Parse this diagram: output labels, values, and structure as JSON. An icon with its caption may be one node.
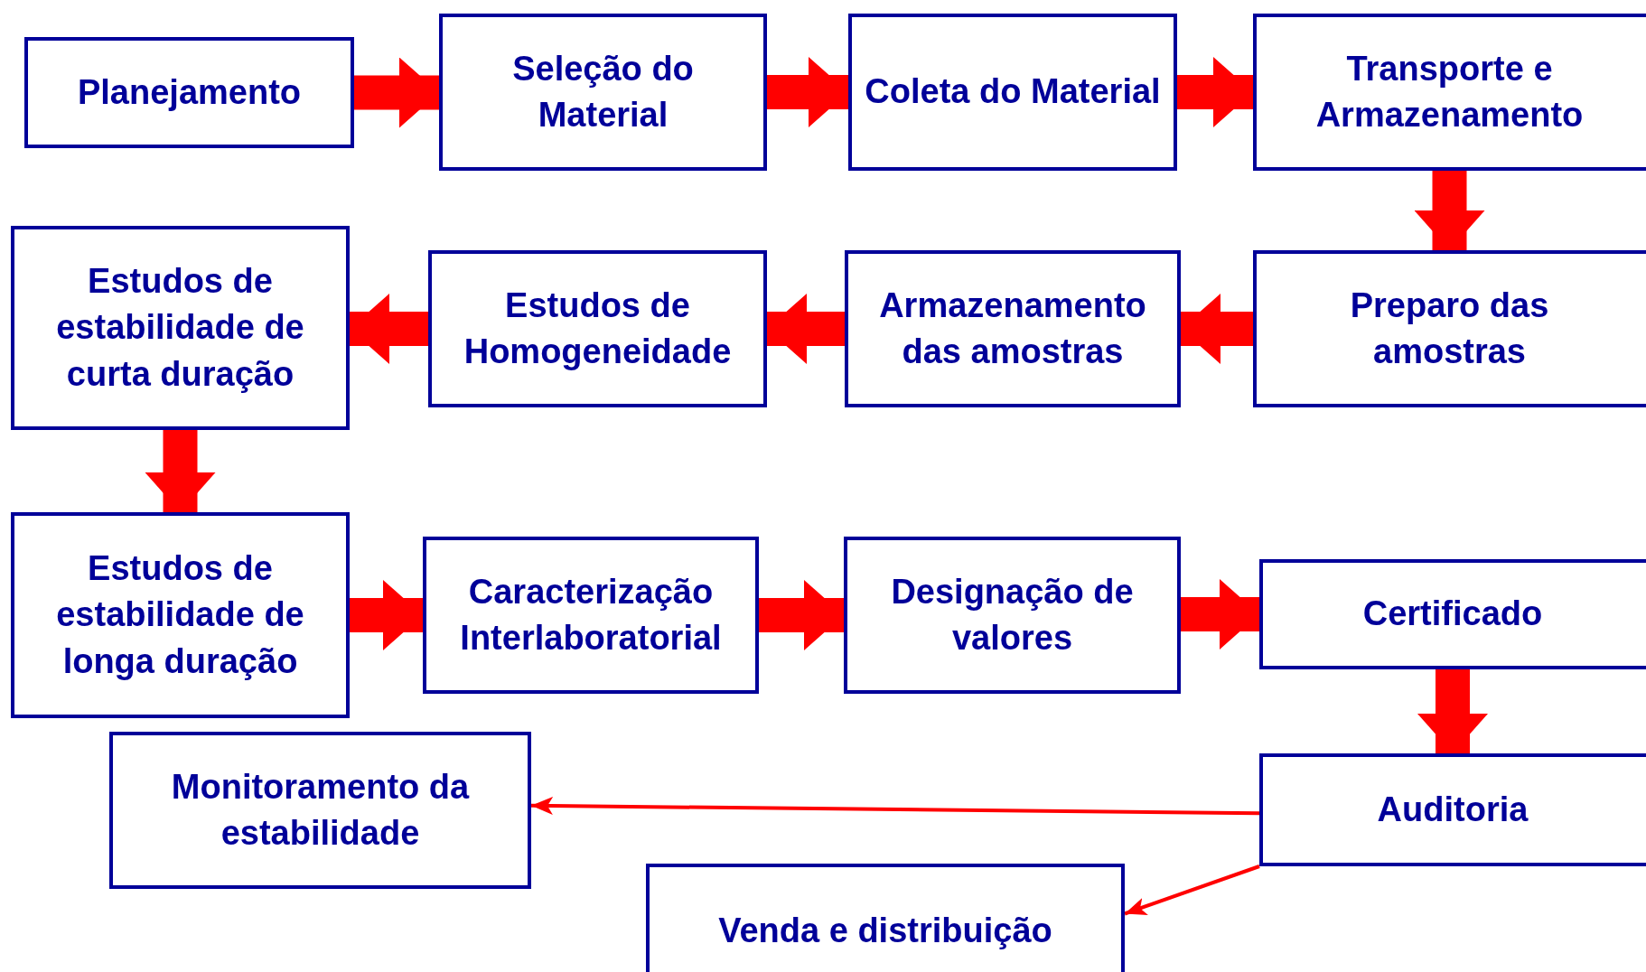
{
  "diagram": {
    "nodes": [
      {
        "text": [
          "Planejamento"
        ]
      },
      {
        "text": [
          "Seleção do Material"
        ]
      },
      {
        "text": [
          "Coleta do Material"
        ]
      },
      {
        "text": [
          "Transporte e Armazenamento"
        ]
      },
      {
        "text": [
          "Preparo das amostras"
        ]
      },
      {
        "text": [
          "Armazenamento das amostras"
        ]
      },
      {
        "text": [
          "Estudos de Homogeneidade"
        ]
      },
      {
        "text": [
          "Estudos de estabilidade de curta duração"
        ]
      },
      {
        "text": [
          "Estudos de estabilidade de longa duração"
        ]
      },
      {
        "text": [
          "Caracterização Interlaboratorial"
        ]
      },
      {
        "text": [
          "Designação de valores"
        ]
      },
      {
        "text": [
          "Certificado"
        ]
      },
      {
        "text": [
          "Auditoria"
        ]
      },
      {
        "text": [
          "Monitoramento da estabilidade"
        ]
      },
      {
        "text": [
          "Venda e distribuição"
        ]
      }
    ],
    "edges": [
      {
        "from": 0,
        "to": 1,
        "arrow": "to"
      },
      {
        "from": 1,
        "to": 2,
        "arrow": "to"
      },
      {
        "from": 2,
        "to": 3,
        "arrow": "to"
      },
      {
        "from": 3,
        "to": 4,
        "arrow": "to"
      },
      {
        "from": 4,
        "to": 5,
        "arrow": "to"
      },
      {
        "from": 5,
        "to": 6,
        "arrow": "to"
      },
      {
        "from": 6,
        "to": 7,
        "arrow": "to"
      },
      {
        "from": 7,
        "to": 8,
        "arrow": "to"
      },
      {
        "from": 8,
        "to": 9,
        "arrow": "to"
      },
      {
        "from": 9,
        "to": 10,
        "arrow": "to"
      },
      {
        "from": 10,
        "to": 11,
        "arrow": "to"
      },
      {
        "from": 11,
        "to": 12,
        "arrow": "to"
      },
      {
        "from": 12,
        "to": 13,
        "arrow": "to"
      },
      {
        "from": 12,
        "to": 14,
        "arrow": "to"
      }
    ]
  }
}
